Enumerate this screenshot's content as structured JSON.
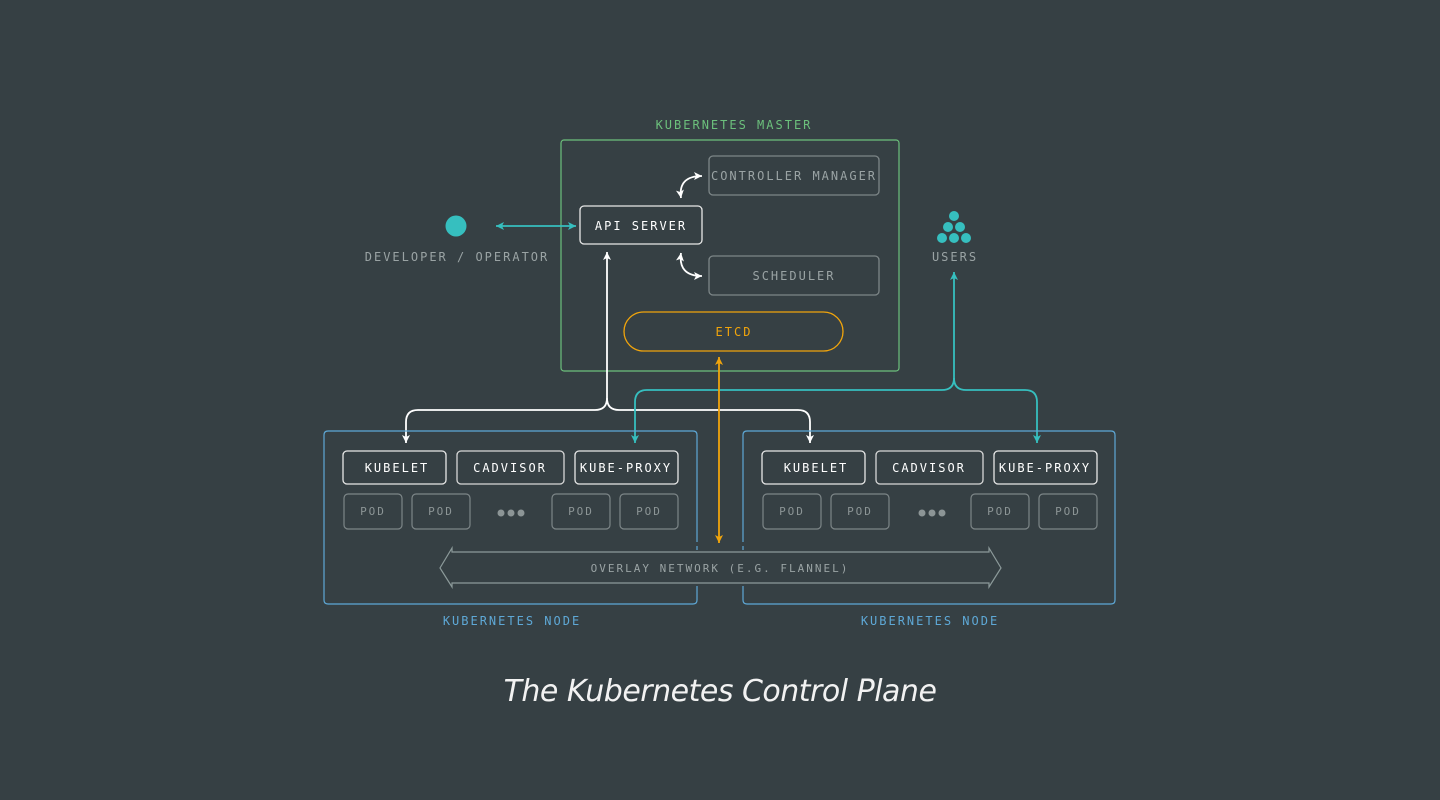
{
  "colors": {
    "background": "#364044",
    "master": "#6cc07c",
    "node": "#5ea8d6",
    "etcd": "#f0a40c",
    "teal": "#36bfbf",
    "white": "#ffffff",
    "gray": "#8c9596"
  },
  "master": {
    "label": "KUBERNETES MASTER",
    "api_server": "API SERVER",
    "controller_manager": "CONTROLLER MANAGER",
    "scheduler": "SCHEDULER",
    "etcd": "ETCD"
  },
  "actors": {
    "developer": {
      "label": "DEVELOPER / OPERATOR",
      "icon": "person-dot-icon"
    },
    "users": {
      "label": "USERS",
      "icon": "users-cluster-icon"
    }
  },
  "nodes": [
    {
      "label": "KUBERNETES NODE",
      "kubelet": "KUBELET",
      "cadvisor": "CADVISOR",
      "kube_proxy": "KUBE-PROXY",
      "pods": [
        "POD",
        "POD",
        "POD",
        "POD"
      ]
    },
    {
      "label": "KUBERNETES NODE",
      "kubelet": "KUBELET",
      "cadvisor": "CADVISOR",
      "kube_proxy": "KUBE-PROXY",
      "pods": [
        "POD",
        "POD",
        "POD",
        "POD"
      ]
    }
  ],
  "overlay_network": "OVERLAY NETWORK (E.G. FLANNEL)",
  "caption": "The Kubernetes Control Plane"
}
